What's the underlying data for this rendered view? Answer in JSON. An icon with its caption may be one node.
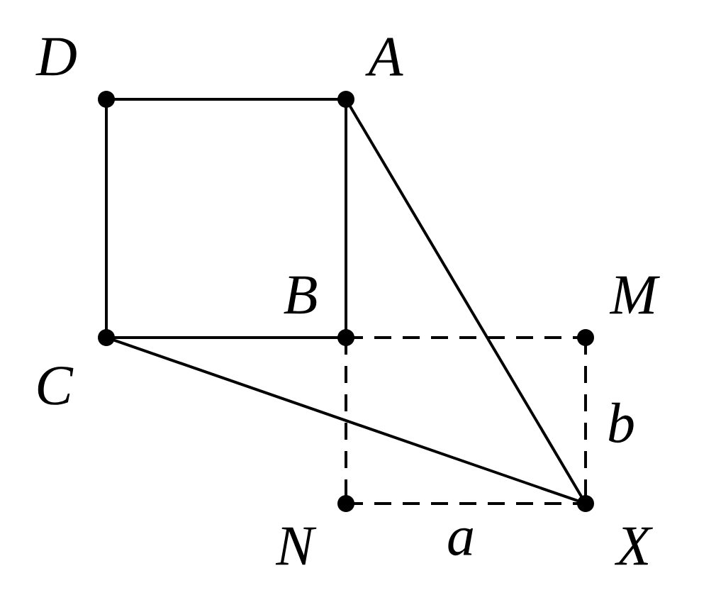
{
  "diagram": {
    "nodes": [
      {
        "text": [
          "D"
        ]
      },
      {
        "text": [
          "A"
        ]
      },
      {
        "text": [
          "B"
        ]
      },
      {
        "text": [
          "M"
        ]
      },
      {
        "text": [
          "C"
        ]
      },
      {
        "text": [
          "N"
        ]
      },
      {
        "text": [
          "X"
        ]
      }
    ],
    "edges": [
      {
        "from": 0,
        "to": 1,
        "arrow": "none"
      },
      {
        "from": 0,
        "to": 4,
        "arrow": "none"
      },
      {
        "from": 1,
        "to": 2,
        "arrow": "none"
      },
      {
        "from": 4,
        "to": 2,
        "arrow": "none"
      },
      {
        "from": 1,
        "to": 6,
        "arrow": "none"
      },
      {
        "from": 4,
        "to": 6,
        "arrow": "none"
      },
      {
        "from": 2,
        "to": 3,
        "arrow": "none",
        "style": "dashed"
      },
      {
        "from": 3,
        "to": 6,
        "arrow": "none",
        "style": "dashed",
        "label": "b"
      },
      {
        "from": 2,
        "to": 5,
        "arrow": "none",
        "style": "dashed"
      },
      {
        "from": 5,
        "to": 6,
        "arrow": "none",
        "style": "dashed",
        "label": "a"
      }
    ]
  }
}
